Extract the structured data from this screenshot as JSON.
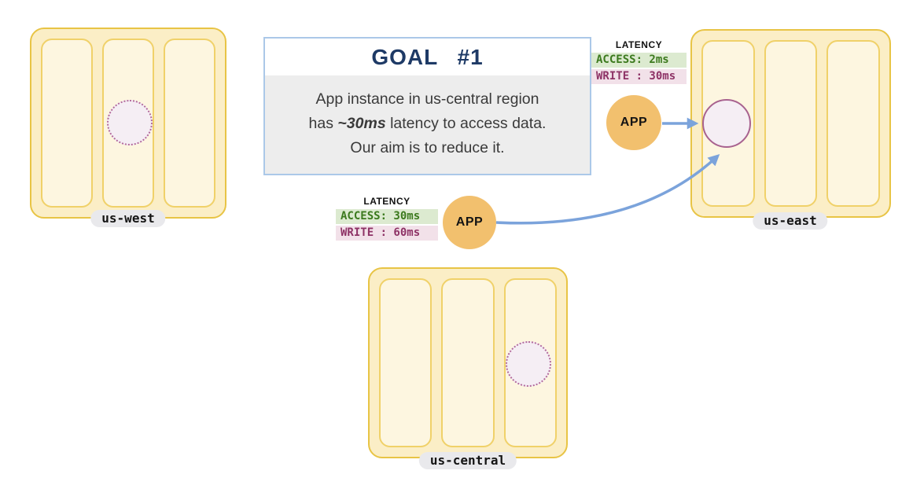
{
  "goal_card": {
    "title": "GOAL #1",
    "line1": "App instance in us-central region",
    "line2_pre": "has ",
    "line2_em": "~30ms",
    "line2_post": " latency to access data.",
    "line3": "Our aim is to reduce it."
  },
  "regions": [
    {
      "id": "us-west",
      "label": "us-west"
    },
    {
      "id": "us-east",
      "label": "us-east"
    },
    {
      "id": "us-central",
      "label": "us-central"
    }
  ],
  "apps": [
    {
      "id": "app-near-us-east",
      "label": "APP"
    },
    {
      "id": "app-in-us-central",
      "label": "APP"
    }
  ],
  "latency_panels": [
    {
      "title": "LATENCY",
      "access": "ACCESS: 2ms",
      "write": "WRITE : 30ms"
    },
    {
      "title": "LATENCY",
      "access": "ACCESS: 30ms",
      "write": "WRITE : 60ms"
    }
  ],
  "colors": {
    "region_fill": "#fbeec6",
    "region_border": "#e8c445",
    "zone_fill": "#fdf6e0",
    "zone_border": "#f0d169",
    "node_fill": "#f5eef4",
    "node_border": "#a8628f",
    "app_fill": "#f2c06e",
    "arrow_blue": "#7ba3db",
    "goal_border": "#abc8e8",
    "goal_title_text": "#1e3a66",
    "goal_body_bg": "#ededed",
    "access_bg": "#dcead0",
    "access_text": "#3c7a1e",
    "write_bg": "#f2e1e9",
    "write_text": "#8e3366",
    "pill_bg": "#e9e9ec"
  }
}
